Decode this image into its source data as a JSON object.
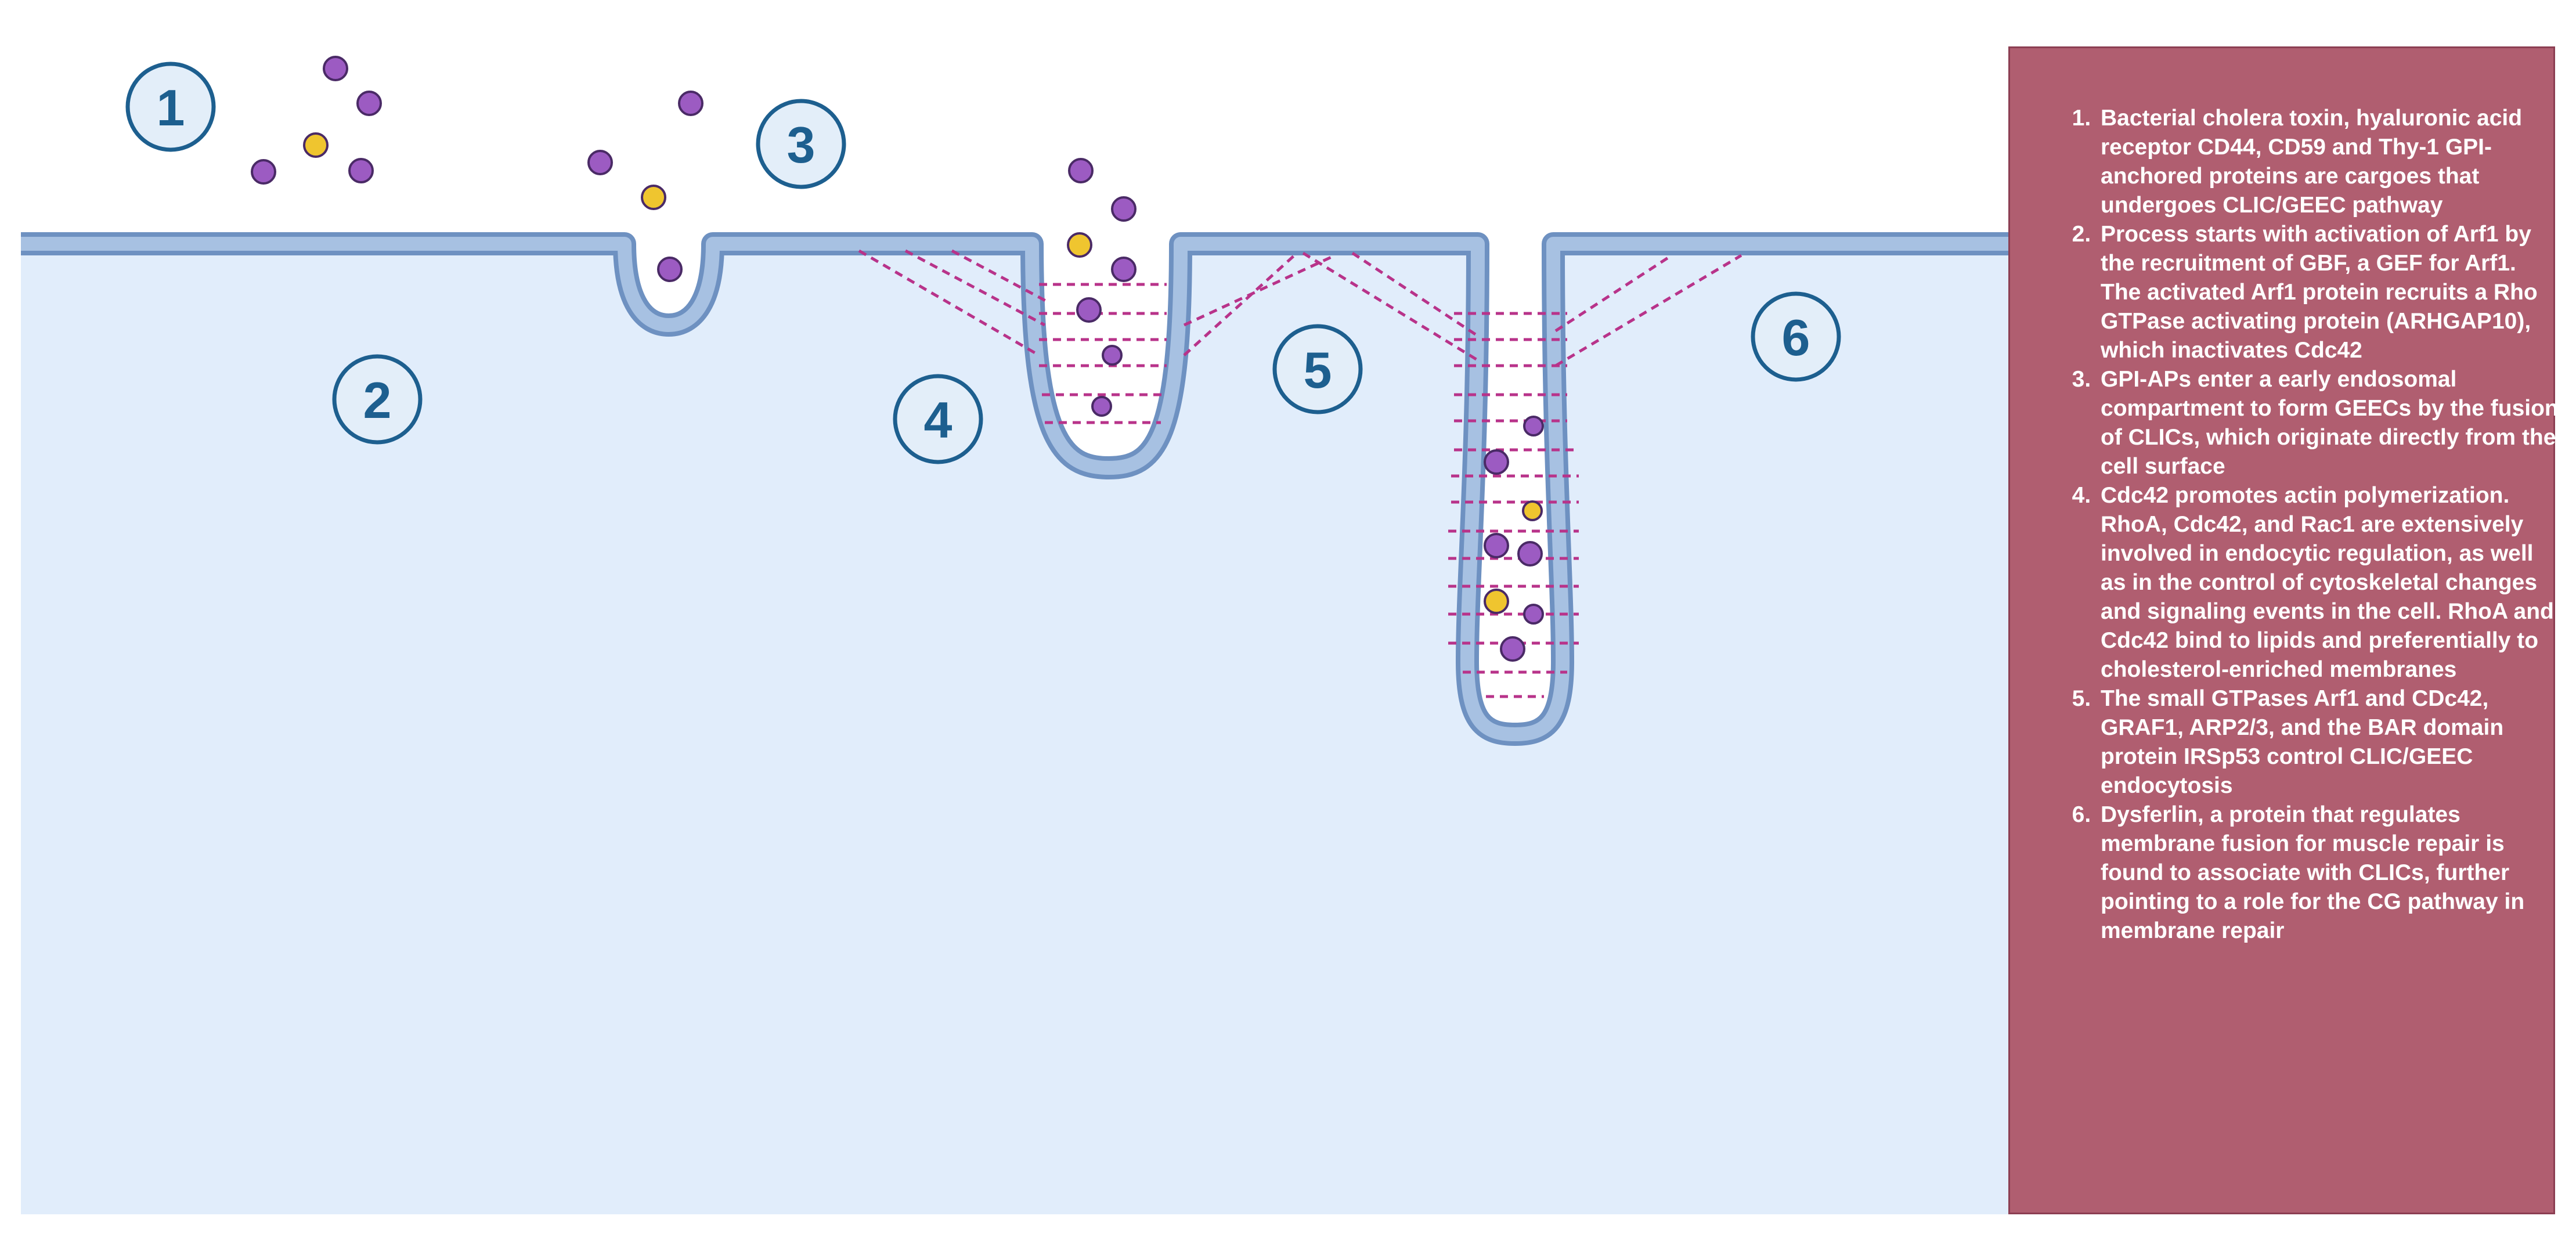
{
  "diagram": {
    "steps": [
      "1",
      "2",
      "3",
      "4",
      "5",
      "6"
    ],
    "colors": {
      "cytoplasm": "#e1edfb",
      "membrane_fill": "#a7c1e2",
      "membrane_stroke": "#6e91c1",
      "cargo_purple": "#9c5bc2",
      "cargo_yellow": "#efc52f",
      "actin_dash": "#b8338a",
      "step_circle_fill": "#e3eef9",
      "step_circle_stroke": "#1d5f8f",
      "legend_bg": "#b05e70"
    }
  },
  "legend": {
    "items": [
      "Bacterial cholera toxin, hyaluronic acid receptor CD44, CD59 and Thy-1 GPI-anchored proteins are cargoes that undergoes CLIC/GEEC pathway",
      "Process starts with activation of Arf1 by the recruitment of GBF, a GEF for Arf1. The activated Arf1 protein recruits a Rho GTPase activating protein (ARHGAP10), which inactivates Cdc42",
      "GPI-APs enter a early endosomal compartment to form GEECs by the fusion of CLICs, which originate directly from the cell surface",
      "Cdc42 promotes actin polymerization. RhoA, Cdc42, and Rac1 are extensively involved in endocytic regulation, as well as in the control of cytoskeletal changes and signaling events in the cell. RhoA and Cdc42 bind to lipids and preferentially to cholesterol-enriched membranes",
      "The small GTPases Arf1 and CDc42,  GRAF1, ARP2/3, and the BAR domain protein IRSp53 control CLIC/GEEC endocytosis",
      "Dysferlin, a protein that regulates membrane fusion for muscle repair is found to associate with CLICs, further pointing to a role for the CG pathway in membrane repair"
    ]
  }
}
